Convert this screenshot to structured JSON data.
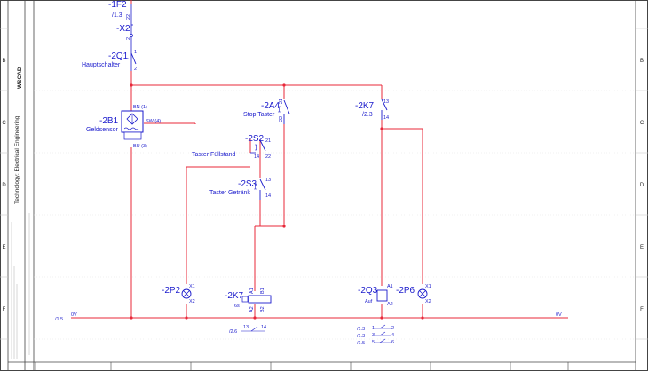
{
  "title_block": {
    "logo_text": "WSCAD",
    "technology_line": "Technology:  Electrical Engineering"
  },
  "rows": [
    "B",
    "C",
    "D",
    "E",
    "F"
  ],
  "components": {
    "f2": {
      "tag": "-1F2",
      "ref": "/1.3",
      "pin": "22"
    },
    "x2": {
      "tag": "-X2",
      "pin": "2"
    },
    "q1": {
      "tag": "-2Q1",
      "desc": "Hauptschalter",
      "pin1": "1",
      "pin2": "2"
    },
    "b1": {
      "tag": "-2B1",
      "desc": "Geldsensor",
      "bn": "BN (1)",
      "sw": "SW (4)",
      "bu": "BU (3)"
    },
    "a4": {
      "tag": "-2A4",
      "desc": "Stop Taster",
      "pin1": "21",
      "pin2": "22"
    },
    "k7_top": {
      "tag": "-2K7",
      "ref": "/2.3",
      "pin1": "13",
      "pin2": "14"
    },
    "s2": {
      "tag": "-2S2",
      "desc": "Taster Füllstand",
      "pin1": "21",
      "pin2": "22",
      "pin3": "14"
    },
    "s3": {
      "tag": "-2S3",
      "desc": "Taster Getränk",
      "pin1": "13",
      "pin2": "14"
    },
    "p2": {
      "tag": "-2P2",
      "pin1": "X1",
      "pin2": "X2"
    },
    "k7_coil": {
      "tag": "-2K7",
      "pin1": "A1",
      "pin2": "A2",
      "pin3": "B1",
      "pin4": "B2",
      "desc": "6s"
    },
    "q3": {
      "tag": "-2Q3",
      "desc": "Auf",
      "pin1": "A1",
      "pin2": "A2"
    },
    "p6": {
      "tag": "-2P6",
      "pin1": "X1",
      "pin2": "X2"
    }
  },
  "rail": {
    "left_ref": "/1.5",
    "left_label": "0V",
    "right_label": "0V"
  },
  "cross_refs": {
    "k7": {
      "ref": "/2.6",
      "pin1": "13",
      "pin2": "14"
    },
    "q3_list": [
      {
        "ref": "/1.3",
        "pin1": "1",
        "pin2": "2"
      },
      {
        "ref": "/1.3",
        "pin1": "3",
        "pin2": "4"
      },
      {
        "ref": "/1.5",
        "pin1": "5",
        "pin2": "6"
      }
    ]
  }
}
